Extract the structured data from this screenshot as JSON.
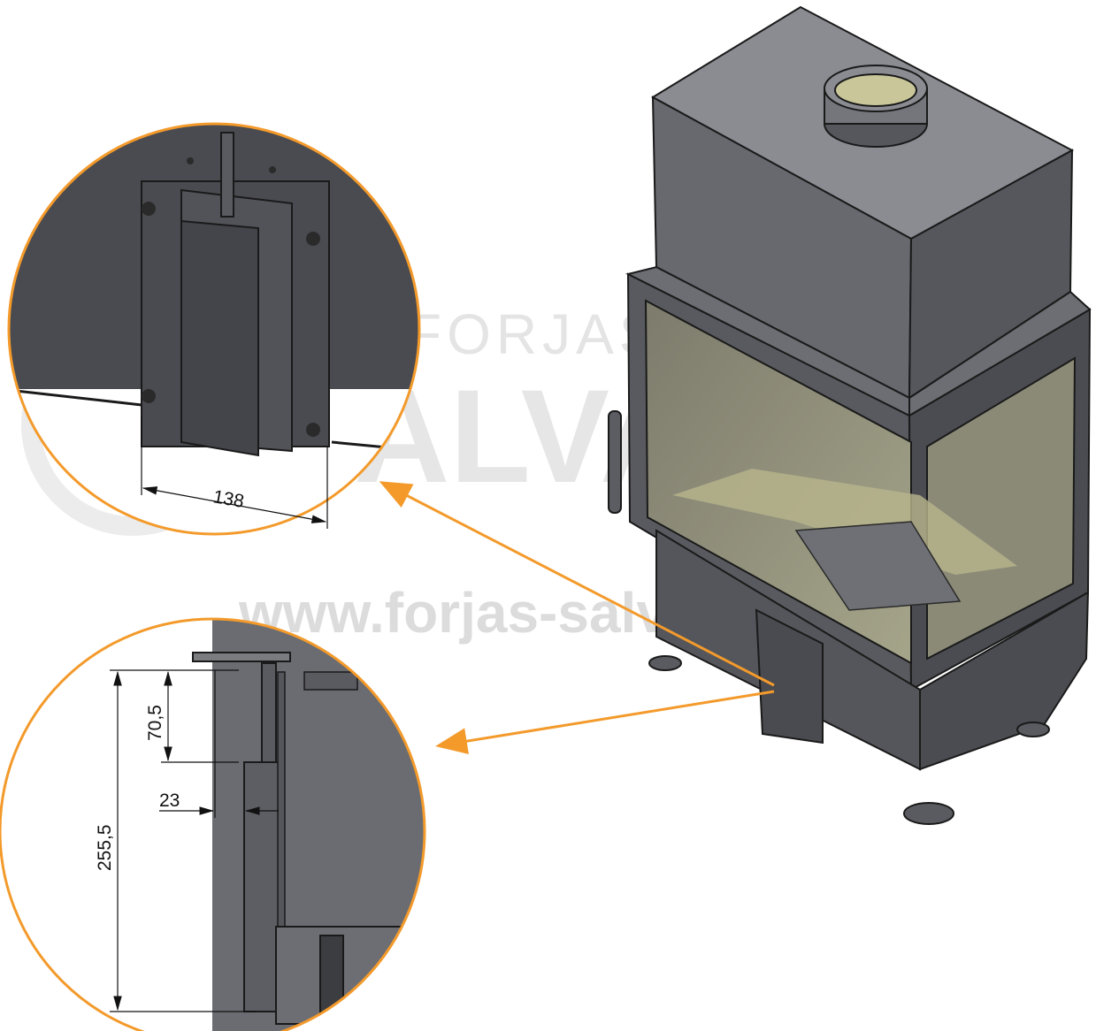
{
  "watermark": {
    "brand_top": "FORJAS",
    "brand_main": "SALVA",
    "url": "www.forjas-salva"
  },
  "dimensions": {
    "width_top_detail": "138",
    "height_upper": "70,5",
    "offset": "23",
    "height_total": "255,5"
  },
  "colors": {
    "accent": "#f39a2b",
    "steel_dark": "#4a4b50",
    "steel_mid": "#5d5e63",
    "steel_light": "#7a7c80",
    "glass": "#8f8e7a"
  }
}
